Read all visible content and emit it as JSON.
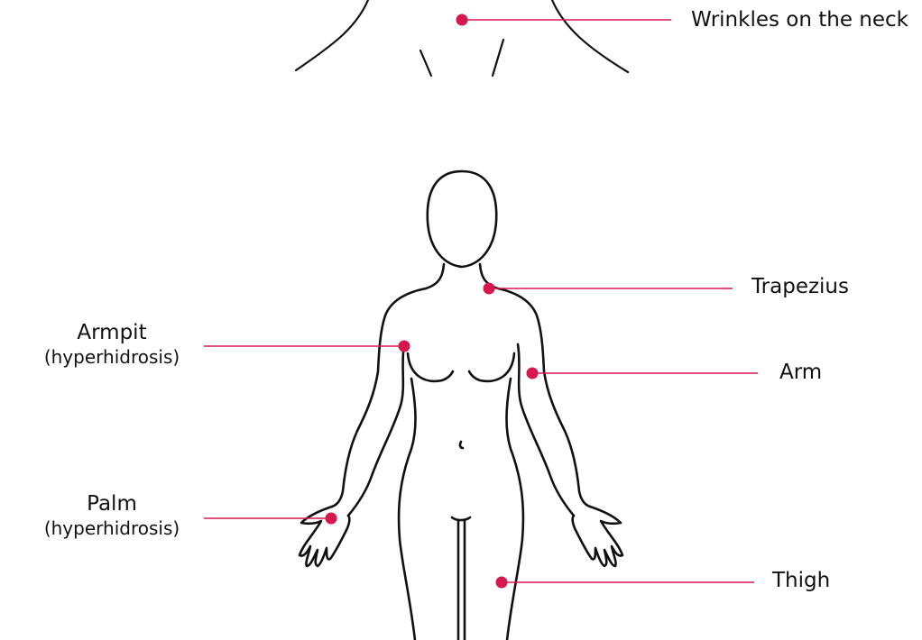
{
  "colors": {
    "accent": "#d6184f",
    "outline": "#111111",
    "background": "#ffffff"
  },
  "labels": {
    "neck": "Wrinkles on the neck",
    "trapezius": "Trapezius",
    "arm": "Arm",
    "thigh": "Thigh",
    "armpit": {
      "main": "Armpit",
      "sub": "(hyperhidrosis)"
    },
    "palm": {
      "main": "Palm",
      "sub": "(hyperhidrosis)"
    }
  }
}
